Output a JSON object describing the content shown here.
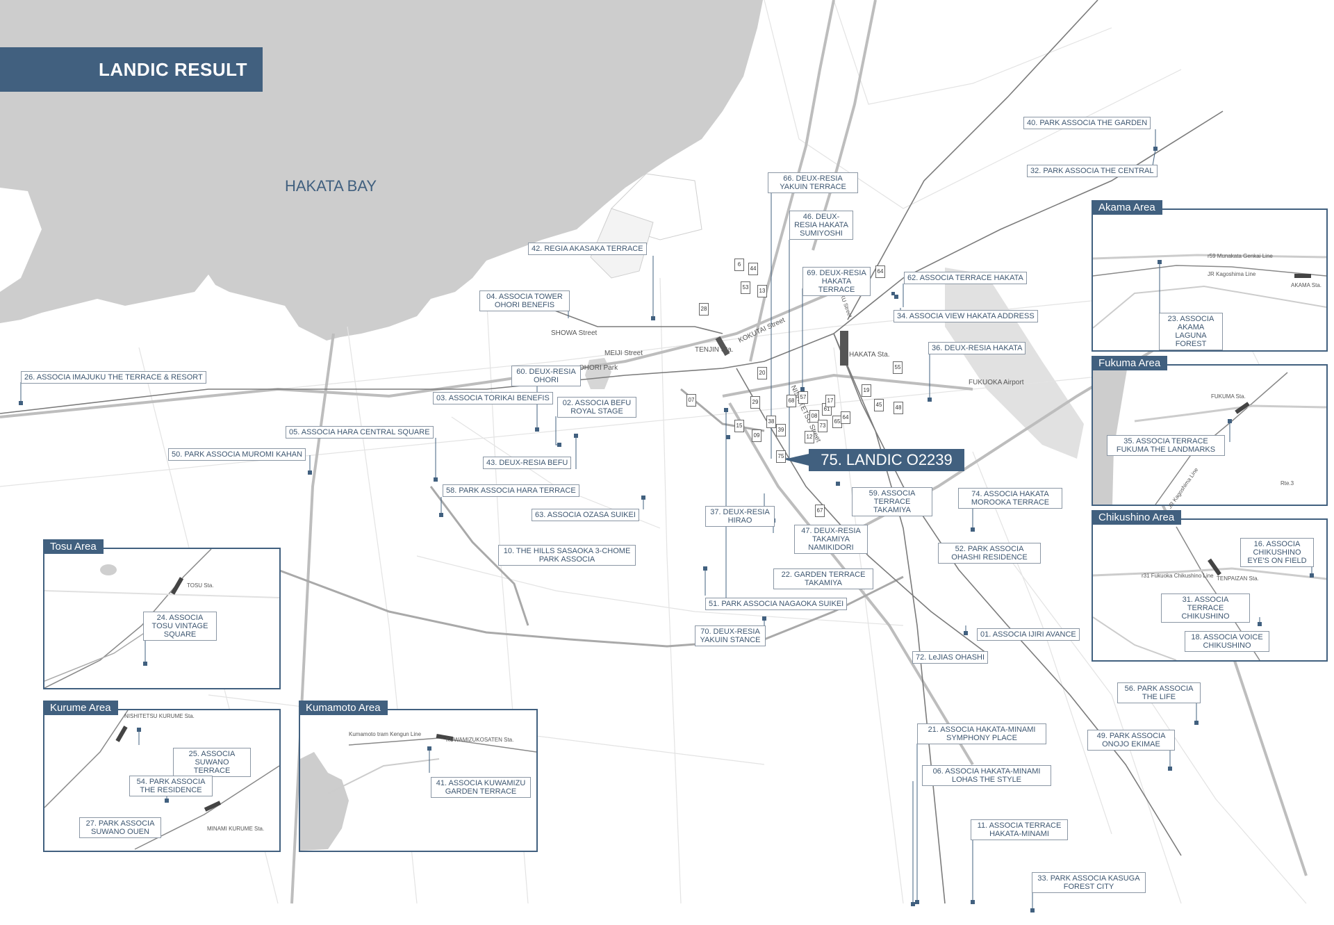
{
  "title": "LANDIC RESULT",
  "bay": "HAKATA BAY",
  "highlight": "75. LANDIC O2239",
  "places": {
    "tenjin": "TENJIN Sta.",
    "hakata": "HAKATA Sta.",
    "airport": "FUKUOKA Airport",
    "showa": "SHOWA Street",
    "meiji": "MEIJI Street",
    "ohori_park": "OHORI Park",
    "kokutai": "KOKUTAI Street",
    "taihaku": "TAIHAKU Street",
    "nisitetsu": "NISHITETSU Street"
  },
  "labels": {
    "l40": "40. PARK ASSOCIA THE GARDEN",
    "l32": "32. PARK ASSOCIA THE CENTRAL",
    "l66": "66. DEUX-RESIA YAKUIN TERRACE",
    "l46": "46. DEUX-RESIA HAKATA SUMIYOSHI",
    "l42": "42. REGIA AKASAKA TERRACE",
    "l69": "69. DEUX-RESIA HAKATA TERRACE",
    "l62": "62. ASSOCIA TERRACE HAKATA",
    "l04": "04. ASSOCIA TOWER OHORI BENEFIS",
    "l34": "34. ASSOCIA VIEW HAKATA ADDRESS",
    "l36": "36. DEUX-RESIA HAKATA",
    "l26": "26. ASSOCIA IMAJUKU THE TERRACE & RESORT",
    "l60": "60. DEUX-RESIA OHORI",
    "l03": "03. ASSOCIA TORIKAI BENEFIS",
    "l02": "02. ASSOCIA BEFU ROYAL STAGE",
    "l05": "05. ASSOCIA HARA CENTRAL SQUARE",
    "l50": "50. PARK ASSOCIA MUROMI KAHAN",
    "l43": "43. DEUX-RESIA BEFU",
    "l58": "58. PARK ASSOCIA HARA TERRACE",
    "l59": "59. ASSOCIA TERRACE TAKAMIYA",
    "l74": "74. ASSOCIA HAKATA MOROOKA TERRACE",
    "l63": "63. ASSOCIA OZASA SUIKEI",
    "l37": "37. DEUX-RESIA HIRAO",
    "l47": "47. DEUX-RESIA TAKAMIYA NAMIKIDORI",
    "l52": "52. PARK ASSOCIA OHASHI RESIDENCE",
    "l10": "10. THE HILLS SASAOKA 3-CHOME PARK ASSOCIA",
    "l22": "22. GARDEN TERRACE TAKAMIYA",
    "l51": "51. PARK ASSOCIA NAGAOKA SUIKEI",
    "l70": "70. DEUX-RESIA YAKUIN STANCE",
    "l01": "01. ASSOCIA IJIRI AVANCE",
    "l72": "72. LeJIAS OHASHI",
    "l56": "56. PARK ASSOCIA THE LIFE",
    "l49": "49. PARK ASSOCIA ONOJO EKIMAE",
    "l21": "21. ASSOCIA HAKATA-MINAMI SYMPHONY PLACE",
    "l06": "06. ASSOCIA HAKATA-MINAMI LOHAS THE STYLE",
    "l11": "11. ASSOCIA TERRACE HAKATA-MINAMI",
    "l33": "33. PARK ASSOCIA KASUGA FOREST CITY"
  },
  "insets": {
    "akama": {
      "title": "Akama Area",
      "label": "23. ASSOCIA AKAMA LAGUNA FOREST",
      "line1": "JR Kagoshima Line",
      "line2": "r59 Munakata Genkai Line",
      "sta": "AKAMA Sta."
    },
    "fukuma": {
      "title": "Fukuma Area",
      "label": "35. ASSOCIA TERRACE FUKUMA THE LANDMARKS",
      "sta": "FUKUMA Sta.",
      "line": "JR Kagoshima Line",
      "route": "Rte.3"
    },
    "chikushino": {
      "title": "Chikushino Area",
      "label16": "16. ASSOCIA CHIKUSHINO EYE'S ON FIELD",
      "label31": "31. ASSOCIA TERRACE CHIKUSHINO",
      "label18": "18. ASSOCIA VOICE CHIKUSHINO",
      "sta": "TENPAIZAN Sta.",
      "line": "r31 Fukuoka Chikushino Line"
    },
    "tosu": {
      "title": "Tosu Area",
      "label": "24. ASSOCIA TOSU VINTAGE SQUARE",
      "sta": "TOSU Sta."
    },
    "kurume": {
      "title": "Kurume Area",
      "label25": "25. ASSOCIA SUWANO TERRACE",
      "label54": "54. PARK ASSOCIA THE RESIDENCE",
      "label27": "27. PARK ASSOCIA SUWANO OUEN",
      "sta1": "NISHITETSU KURUME Sta.",
      "sta2": "MINAMI KURUME Sta."
    },
    "kumamoto": {
      "title": "Kumamoto Area",
      "label": "41. ASSOCIA KUWAMIZU GARDEN TERRACE",
      "sta": "KUWAMIZUKOSATEN Sta.",
      "line": "Kumamoto tram Kengun Line"
    }
  },
  "colors": {
    "accent": "#41607f",
    "sea": "#cfcfcf",
    "road": "#d9d9d9",
    "rail": "#777777"
  }
}
